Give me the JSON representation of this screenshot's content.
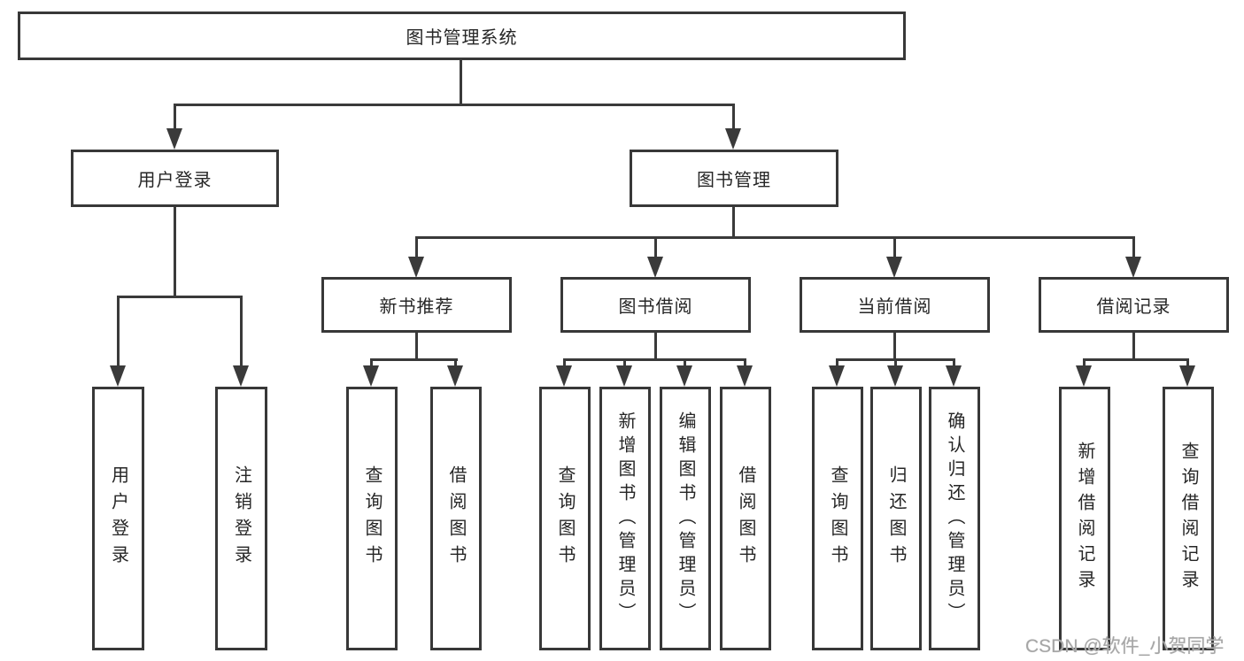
{
  "diagram": {
    "title": "图书管理系统",
    "watermark": "CSDN @软件_小贺同学",
    "colors": {
      "line": "#3a3a3a",
      "box_border": "#383838",
      "text": "#262626",
      "background": "#ffffff",
      "watermark": "#a6a6a6"
    },
    "nodes": {
      "root": {
        "label": "图书管理系统"
      },
      "level2": [
        {
          "label": "用户登录"
        },
        {
          "label": "图书管理"
        }
      ],
      "level3": [
        {
          "label": "新书推荐",
          "parent": "图书管理"
        },
        {
          "label": "图书借阅",
          "parent": "图书管理"
        },
        {
          "label": "当前借阅",
          "parent": "图书管理"
        },
        {
          "label": "借阅记录",
          "parent": "图书管理"
        }
      ],
      "level4": [
        {
          "label": "用户登录",
          "parent": "用户登录"
        },
        {
          "label": "注销登录",
          "parent": "用户登录"
        },
        {
          "label": "查询图书",
          "parent": "新书推荐"
        },
        {
          "label": "借阅图书",
          "parent": "新书推荐"
        },
        {
          "label": "查询图书",
          "parent": "图书借阅"
        },
        {
          "label": "新增图书（管理员）",
          "parent": "图书借阅"
        },
        {
          "label": "编辑图书（管理员）",
          "parent": "图书借阅"
        },
        {
          "label": "借阅图书",
          "parent": "图书借阅"
        },
        {
          "label": "查询图书",
          "parent": "当前借阅"
        },
        {
          "label": "归还图书",
          "parent": "当前借阅"
        },
        {
          "label": "确认归还（管理员）",
          "parent": "当前借阅"
        },
        {
          "label": "新增借阅记录",
          "parent": "借阅记录"
        },
        {
          "label": "查询借阅记录",
          "parent": "借阅记录"
        }
      ]
    }
  }
}
